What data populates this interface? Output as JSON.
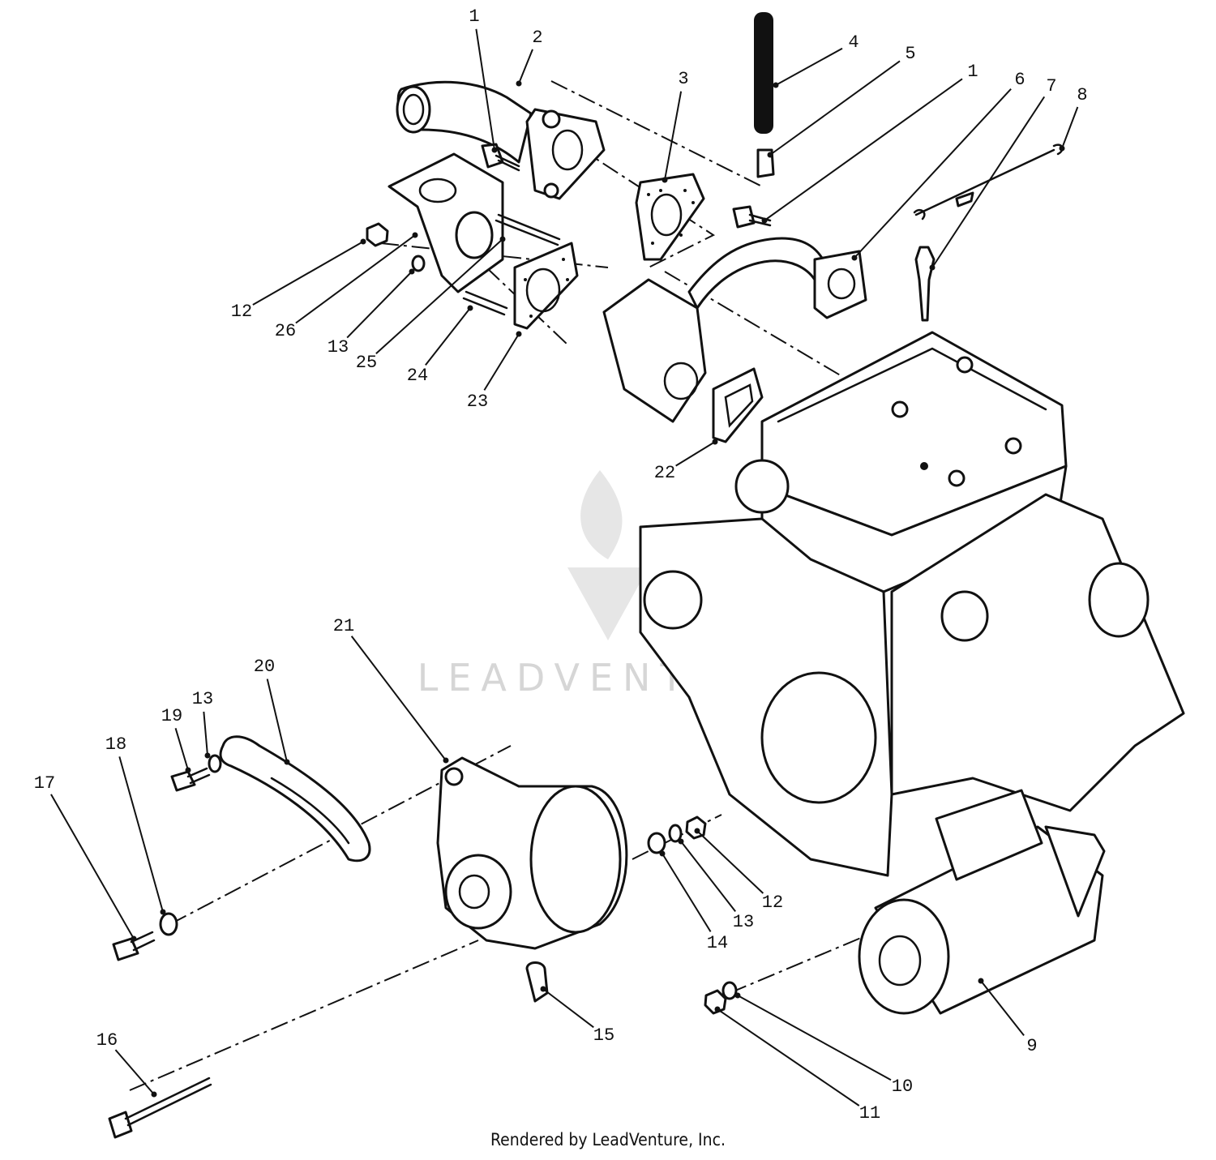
{
  "diagram": {
    "callouts": [
      "1",
      "2",
      "3",
      "4",
      "5",
      "1",
      "6",
      "7",
      "8",
      "12",
      "26",
      "13",
      "25",
      "24",
      "23",
      "22",
      "21",
      "20",
      "13",
      "19",
      "18",
      "17",
      "16",
      "15",
      "14",
      "13",
      "12",
      "9",
      "10",
      "11"
    ]
  },
  "watermark": {
    "text": "LEADVENTURE"
  },
  "credit": {
    "text": "Rendered by LeadVenture, Inc."
  },
  "colors": {
    "ink": "#111111",
    "watermark": "#d6d6d6",
    "background": "#ffffff"
  }
}
